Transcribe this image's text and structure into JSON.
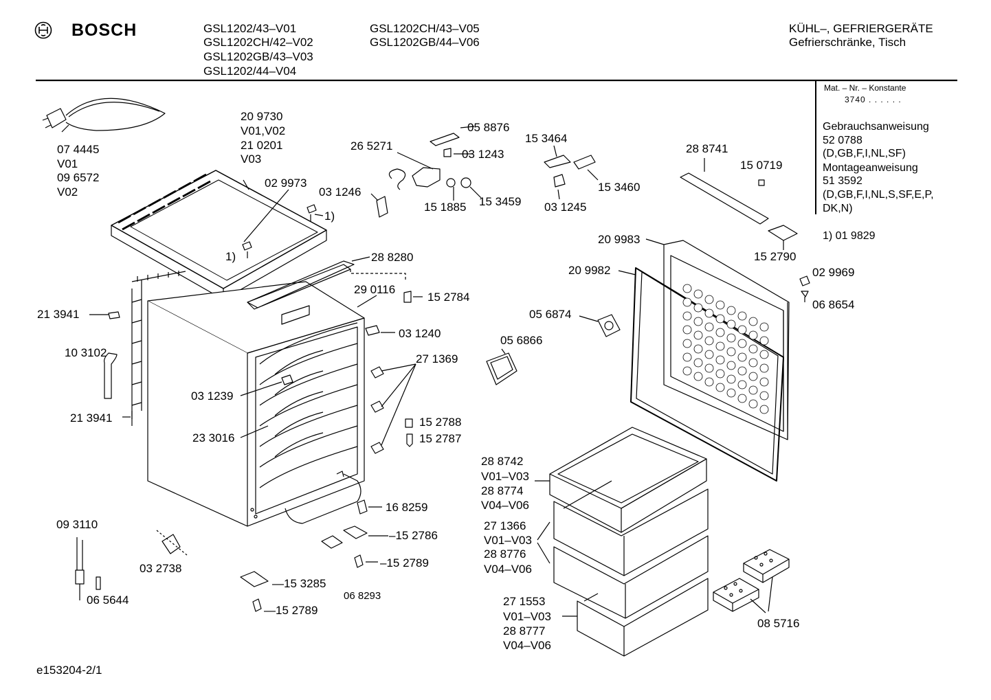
{
  "header": {
    "brand": "BOSCH",
    "models_col1": [
      "GSL1202/43–V01",
      "GSL1202CH/42–V02",
      "GSL1202GB/43–V03",
      "GSL1202/44–V04"
    ],
    "models_col2": [
      "GSL1202CH/43–V05",
      "GSL1202GB/44–V06"
    ],
    "category_line1": "KÜHL–, GEFRIERGERÄTE",
    "category_line2": "Gefrierschränke, Tisch"
  },
  "info_box": {
    "mat_label": "Mat. – Nr. – Konstante",
    "mat_value": "3740 . . . . . .",
    "lines": [
      "Gebrauchsanweisung",
      "52 0788",
      "(D,GB,F,I,NL,SF)",
      "Montageanweisung",
      "51 3592",
      "(D,GB,F,I,NL,S,SF,E,P,",
      "DK,N)"
    ],
    "footnote": "1)  01 9829"
  },
  "parts": {
    "p074445": "07 4445",
    "v01a": "V01",
    "p096572": "09 6572",
    "v02a": "V02",
    "p209730": "20 9730",
    "v01v02": "V01,V02",
    "p210201": "21 0201",
    "v03a": "V03",
    "p029973": "02 9973",
    "fn1a": "1)",
    "fn1b": "1)",
    "p265271": "26 5271",
    "p058876": "05 8876",
    "p031243": "03 1243",
    "p031246": "03 1246",
    "p151885": "15 1885",
    "p153459": "15 3459",
    "p153464": "15 3464",
    "p153460": "15 3460",
    "p031245": "03 1245",
    "p288741": "28 8741",
    "p150719": "15 0719",
    "p152790": "15 2790",
    "p288280": "28 8280",
    "p290116": "29 0116",
    "p152784": "15 2784",
    "p213941a": "21 3941",
    "p031240": "03 1240",
    "p103102": "10 3102",
    "p271369": "27 1369",
    "p031239": "03 1239",
    "p213941b": "21 3941",
    "p152788": "15 2788",
    "p152787": "15 2787",
    "p233016": "23 3016",
    "p168259": "16 8259",
    "p152786": "–15 2786",
    "p152789a": "–15 2789",
    "p153285": "—15 3285",
    "p068293": "06 8293",
    "p152789b": "—15 2789",
    "p093110": "09 3110",
    "p032738": "03 2738",
    "p065644": "06 5644",
    "p209983": "20 9983",
    "p209982": "20 9982",
    "p029969": "02 9969",
    "p068654": "06 8654",
    "p056874": "05 6874",
    "p056866": "05 6866",
    "p288742": "28 8742",
    "v01v03a": "V01–V03",
    "p288774": "28 8774",
    "v04v06a": "V04–V06",
    "p271366": "27 1366",
    "v01v03b": "V01–V03",
    "p288776": "28 8776",
    "v04v06b": "V04–V06",
    "p271553": "27 1553",
    "v01v03c": "V01–V03",
    "p288777": "28 8777",
    "v04v06c": "V04–V06",
    "p085716": "08 5716"
  },
  "footer": {
    "drawing_id": "e153204-2/1"
  }
}
